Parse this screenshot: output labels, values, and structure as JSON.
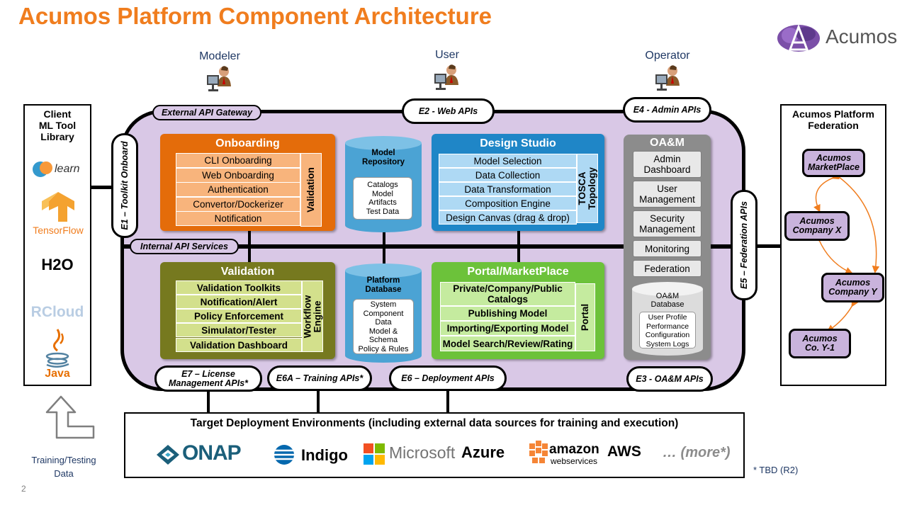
{
  "title": "Acumos Platform Component Architecture",
  "logo_text": "Acumos",
  "roles": {
    "modeler": "Modeler",
    "user": "User",
    "operator": "Operator"
  },
  "gateways": {
    "external": "External API Gateway",
    "internal": "Internal API Services"
  },
  "apis": {
    "e1": "E1 – Toolkit Onboard",
    "e2": "E2 - Web APIs",
    "e3": "E3 - OA&M APIs",
    "e4": "E4 - Admin APIs",
    "e5": "E5 – Federation APIs",
    "e6": "E6 – Deployment APIs",
    "e6a": "E6A – Training APIs*",
    "e7_line1": "E7 – License",
    "e7_line2": "Management APIs*"
  },
  "onboarding": {
    "title": "Onboarding",
    "items": [
      "CLI Onboarding",
      "Web Onboarding",
      "Authentication",
      "Convertor/Dockerizer",
      "Notification"
    ],
    "side": "Validation"
  },
  "model_repository": {
    "title_line1": "Model",
    "title_line2": "Repository",
    "items": [
      "Catalogs",
      "Model",
      "Artifacts",
      "Test Data"
    ]
  },
  "design_studio": {
    "title": "Design Studio",
    "items": [
      "Model Selection",
      "Data Collection",
      "Data Transformation",
      "Composition Engine",
      "Design Canvas (drag & drop)"
    ],
    "side_line1": "TOSCA",
    "side_line2": "Topology"
  },
  "oam": {
    "title": "OA&M",
    "items": [
      {
        "line1": "Admin",
        "line2": "Dashboard"
      },
      {
        "line1": "User",
        "line2": "Management"
      },
      {
        "line1": "Security",
        "line2": "Management"
      },
      {
        "line1": "Monitoring",
        "line2": ""
      },
      {
        "line1": "Federation",
        "line2": ""
      }
    ],
    "db_title_line1": "OA&M",
    "db_title_line2": "Database",
    "db_items": [
      "User Profile",
      "Performance",
      "Configuration",
      "System Logs"
    ]
  },
  "validation": {
    "title": "Validation",
    "items": [
      "Validation Toolkits",
      "Notification/Alert",
      "Policy Enforcement",
      "Simulator/Tester",
      "Validation Dashboard"
    ],
    "side_line1": "Workflow",
    "side_line2": "Engine"
  },
  "platform_database": {
    "title_line1": "Platform",
    "title_line2": "Database",
    "items": [
      "System",
      "Component",
      "Data",
      "Model &",
      "Schema",
      "Policy & Rules"
    ]
  },
  "portal": {
    "title": "Portal/MarketPlace",
    "items": [
      "Private/Company/Public Catalogs",
      "Publishing Model",
      "Importing/Exporting Model",
      "Model Search/Review/Rating"
    ],
    "side": "Portal"
  },
  "client_library": {
    "title_line1": "Client",
    "title_line2": "ML Tool",
    "title_line3": "Library",
    "tools": [
      "learn",
      "TensorFlow",
      "H2O",
      "RCloud",
      "Java"
    ]
  },
  "federation": {
    "title_line1": "Acumos Platform",
    "title_line2": "Federation",
    "nodes": [
      {
        "line1": "Acumos",
        "line2": "MarketPlace"
      },
      {
        "line1": "Acumos",
        "line2": "Company X"
      },
      {
        "line1": "Acumos",
        "line2": "Company Y"
      },
      {
        "line1": "Acumos",
        "line2": "Co. Y-1"
      }
    ]
  },
  "training_label_line1": "Training/Testing",
  "training_label_line2": "Data",
  "target": {
    "title": "Target Deployment Environments (including external data sources for training and execution)",
    "logos": [
      "ONAP",
      "Indigo",
      "Microsoft",
      "Azure",
      "amazon",
      "webservices",
      "AWS",
      "… (more*)"
    ]
  },
  "footnote": "* TBD (R2)",
  "page_number": "2",
  "colors": {
    "title": "#f07d1e",
    "platform_bg": "#d9c8e6",
    "onboarding": "#e46c0a",
    "design_studio": "#1f86c7",
    "validation": "#76791f",
    "portal": "#6cc23a",
    "oam": "#8c8c8c",
    "database": "#4ba3d4"
  }
}
